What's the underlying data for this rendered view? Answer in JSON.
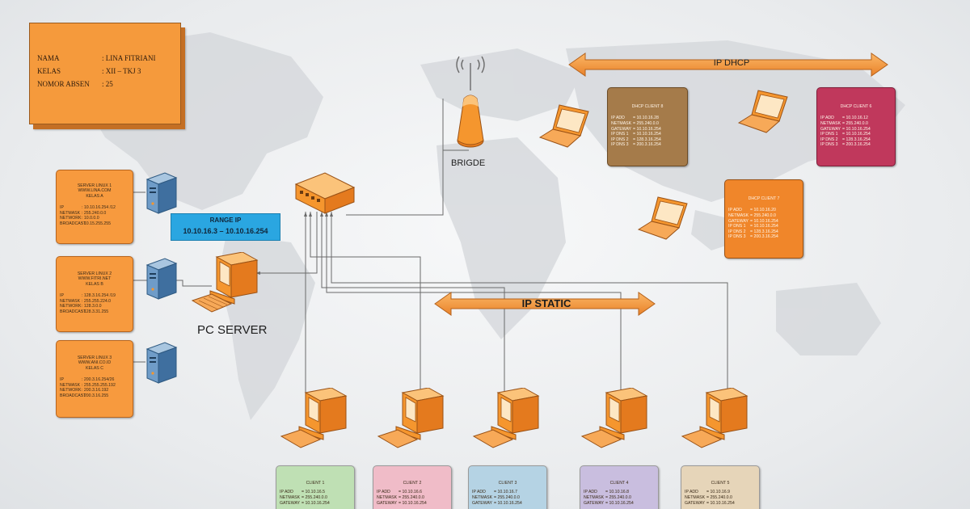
{
  "student": {
    "rows": [
      {
        "label": "NAMA",
        "value": ": LINA FITRIANI"
      },
      {
        "label": "KELAS",
        "value": ": XII – TKJ 3"
      },
      {
        "label": "NOMOR ABSEN",
        "value": ": 25"
      }
    ]
  },
  "labels": {
    "pc_server": "PC SERVER",
    "bridge": "BRIGDE",
    "ip_dhcp": "IP DHCP",
    "ip_static": "IP STATIC",
    "range_title": "RANGE IP",
    "range_value": "10.10.16.3 – 10.10.16.254"
  },
  "servers": [
    {
      "title1": "SERVER LINUX 1",
      "title2": "WWW.LINA.COM",
      "title3": "KELAS A",
      "rows": [
        {
          "k": "IP",
          "v": ": 10.10.16.254 /12"
        },
        {
          "k": "NETMASK",
          "v": ": 255.240.0.0"
        },
        {
          "k": "NETWORK",
          "v": ": 10.0.0.0"
        },
        {
          "k": "BROADCAST",
          "v": ": 10.15.255.255"
        }
      ]
    },
    {
      "title1": "SERVER LINUX 2",
      "title2": "WWW.FITRI.NET",
      "title3": "KELAS B",
      "rows": [
        {
          "k": "IP",
          "v": ": 128.3.16.254 /19"
        },
        {
          "k": "NETMASK",
          "v": ": 255.255.224.0"
        },
        {
          "k": "NETWORK",
          "v": ": 128.3.0.0"
        },
        {
          "k": "BROADCAST",
          "v": ": 128.3.31.255"
        }
      ]
    },
    {
      "title1": "SERVER LINUX 3",
      "title2": "WWW.ANI.CO.ID",
      "title3": "KELAS C",
      "rows": [
        {
          "k": "IP",
          "v": ": 200.3.16.254/26"
        },
        {
          "k": "NETMASK",
          "v": ": 255.255.255.192"
        },
        {
          "k": "NETWORK",
          "v": ": 200.3.16.192"
        },
        {
          "k": "BROADCAST",
          "v": ": 200.3.16.255"
        }
      ]
    }
  ],
  "dhcp_clients": [
    {
      "title": "DHCP CLIENT 8",
      "color": "#a57b4a",
      "rows": [
        {
          "k": "IP ADD",
          "v": "= 10.10.16.28"
        },
        {
          "k": "NETMASK",
          "v": "= 255.240.0.0"
        },
        {
          "k": "GATEWAY",
          "v": "= 10.10.16.254"
        },
        {
          "k": "IP DNS 1",
          "v": "= 10.10.16.254"
        },
        {
          "k": "IP DNS 2",
          "v": "= 128.3.16.254"
        },
        {
          "k": "IP DNS 3",
          "v": "= 200.3.16.254"
        }
      ]
    },
    {
      "title": "DHCP CLIENT 6",
      "color": "#c0385c",
      "rows": [
        {
          "k": "IP ADD",
          "v": "= 10.10.16.12"
        },
        {
          "k": "NETMASK",
          "v": "= 255.240.0.0"
        },
        {
          "k": "GATEWAY",
          "v": "= 10.10.16.254"
        },
        {
          "k": "IP DNS 1",
          "v": "= 10.10.16.254"
        },
        {
          "k": "IP DNS 2",
          "v": "= 128.3.16.254"
        },
        {
          "k": "IP DNS 3",
          "v": "= 200.3.16.254"
        }
      ]
    },
    {
      "title": "DHCP CLIENT 7",
      "color": "#f0862a",
      "rows": [
        {
          "k": "IP ADD",
          "v": "= 10.10.16.20"
        },
        {
          "k": "NETMASK",
          "v": "= 255.240.0.0"
        },
        {
          "k": "GATEWAY",
          "v": "= 10.10.16.254"
        },
        {
          "k": "IP DNS 1",
          "v": "= 10.10.16.254"
        },
        {
          "k": "IP DNS 2",
          "v": "= 128.3.16.254"
        },
        {
          "k": "IP DNS 3",
          "v": "= 200.3.16.254"
        }
      ]
    }
  ],
  "static_clients": [
    {
      "title": "CLIENT 1",
      "color": "#bfe0b4",
      "rows": [
        {
          "k": "IP ADD",
          "v": "= 10.10.16.5"
        },
        {
          "k": "NETMASK",
          "v": "= 255.240.0.0"
        },
        {
          "k": "GATEWAY",
          "v": "= 10.10.16.254"
        }
      ]
    },
    {
      "title": "CLIENT 2",
      "color": "#f0bcc8",
      "rows": [
        {
          "k": "IP ADD",
          "v": "= 10.10.16.6"
        },
        {
          "k": "NETMASK",
          "v": "= 255.240.0.0"
        },
        {
          "k": "GATEWAY",
          "v": "= 10.10.16.254"
        }
      ]
    },
    {
      "title": "CLIENT 3",
      "color": "#b5d3e4",
      "rows": [
        {
          "k": "IP ADD",
          "v": "= 10.10.16.7"
        },
        {
          "k": "NETMASK",
          "v": "= 255.240.0.0"
        },
        {
          "k": "GATEWAY",
          "v": "= 10.10.16.254"
        }
      ]
    },
    {
      "title": "CLIENT 4",
      "color": "#c9bedf",
      "rows": [
        {
          "k": "IP ADD",
          "v": "= 10.10.16.8"
        },
        {
          "k": "NETMASK",
          "v": "= 255.240.0.0"
        },
        {
          "k": "GATEWAY",
          "v": "= 10.10.16.254"
        }
      ]
    },
    {
      "title": "CLIENT 5",
      "color": "#e6d5b9",
      "rows": [
        {
          "k": "IP ADD",
          "v": "= 10.10.16.9"
        },
        {
          "k": "NETMASK",
          "v": "= 255.240.0.0"
        },
        {
          "k": "GATEWAY",
          "v": "= 10.10.16.254"
        }
      ]
    }
  ],
  "colors": {
    "orange": "#f5962e",
    "orange_dark": "#b5621c",
    "server_blue": "#4c7fb0",
    "wire": "#6a6a6a",
    "range_blue": "#2aa6e1"
  },
  "icons": [
    "pc-icon",
    "server-tower-icon",
    "laptop-icon",
    "switch-icon",
    "bridge-antenna-icon",
    "double-arrow-icon"
  ]
}
